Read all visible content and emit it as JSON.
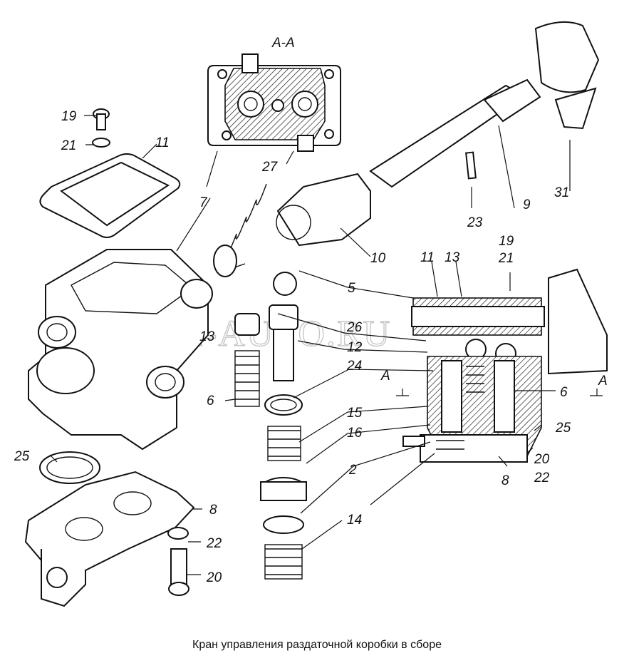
{
  "caption": "Кран управления раздаточной коробки в сборе",
  "watermark": "DIM-AUTO.RU",
  "section_title": "А-А",
  "section_marks": [
    "А",
    "А"
  ],
  "callouts": [
    "19",
    "21",
    "11",
    "7",
    "27",
    "А-А",
    "23",
    "9",
    "31",
    "10",
    "5",
    "13",
    "26",
    "12",
    "24",
    "6",
    "15",
    "16",
    "2",
    "14",
    "25",
    "8",
    "22",
    "20",
    "11",
    "13",
    "19",
    "21",
    "6",
    "25",
    "20",
    "22",
    "8"
  ]
}
